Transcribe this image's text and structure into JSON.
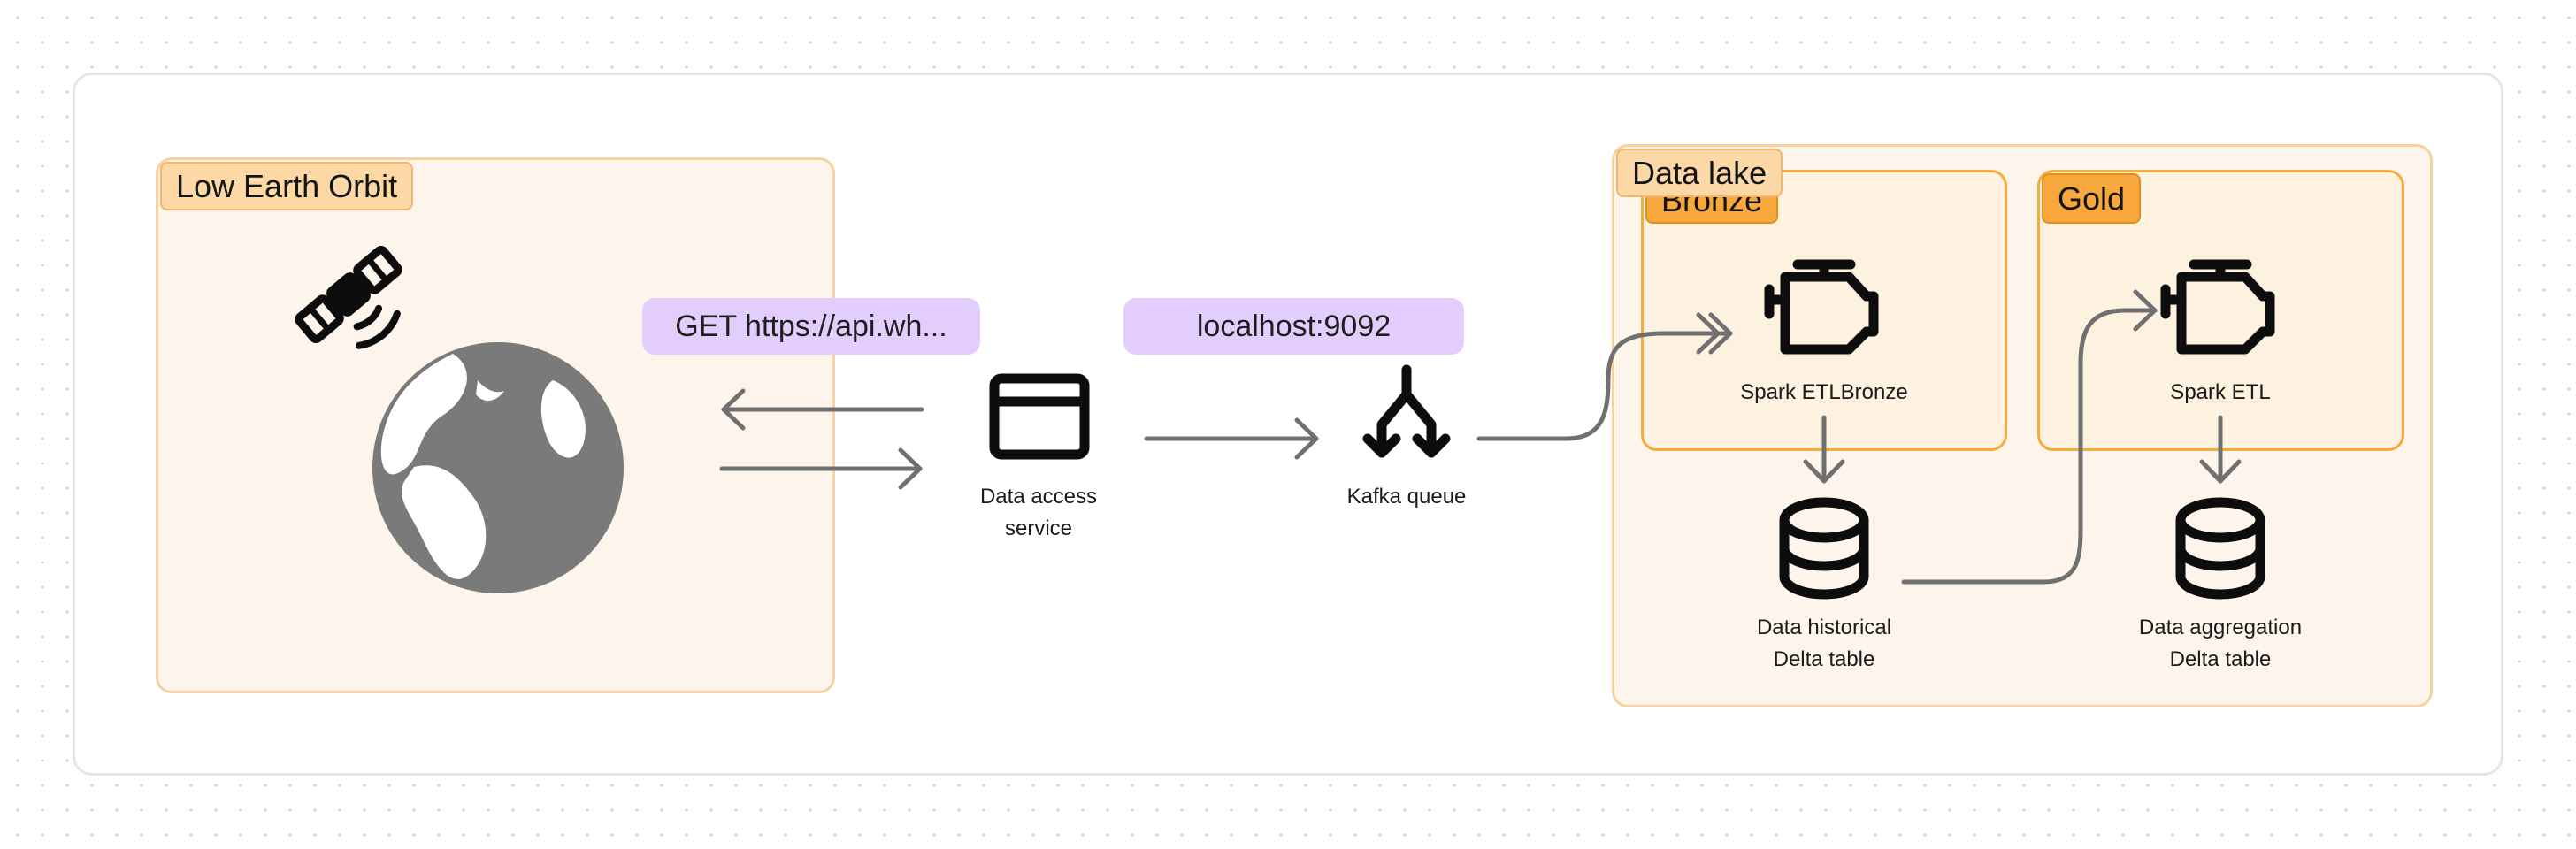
{
  "groups": {
    "low_earth_orbit": "Low Earth Orbit",
    "data_lake": "Data lake",
    "bronze": "Bronze",
    "gold": "Gold"
  },
  "edge_labels": {
    "api_request": "GET https://api.wh...",
    "kafka_endpoint": "localhost:9092"
  },
  "nodes": {
    "data_access_service": [
      "Data access",
      "service"
    ],
    "kafka_queue": "Kafka queue",
    "spark_etl_bronze": "Spark ETLBronze",
    "spark_etl_gold": "Spark ETL",
    "data_historical": [
      "Data historical",
      "Delta table"
    ],
    "data_aggregation": [
      "Data aggregation",
      "Delta table"
    ]
  },
  "icons": {
    "satellite": "satellite-icon",
    "globe": "globe-icon",
    "service": "browser-window-icon",
    "kafka": "kafka-fork-icon",
    "engine": "engine-icon",
    "database": "database-icon"
  },
  "colors": {
    "group_fill": "#fdf5ec",
    "group_border": "#f7d29f",
    "layer_border": "#f5ac3c",
    "layer_tag": "#f7a73c",
    "pill": "#e3cdfc",
    "connector": "#707070",
    "globe": "#7a7a7a"
  }
}
